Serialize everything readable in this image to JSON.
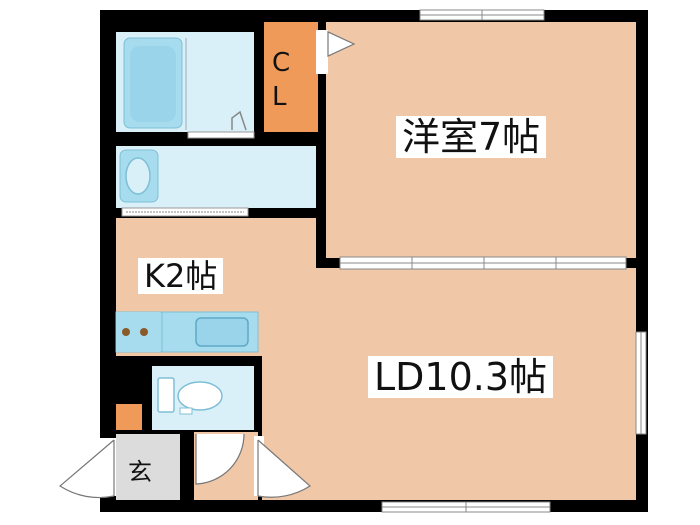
{
  "rooms": {
    "western_room": "洋室7帖",
    "kitchen": "K2帖",
    "living_dining": "LD10.3帖",
    "closet_c": "C",
    "closet_l": "L",
    "entrance": "玄"
  },
  "colors": {
    "floor": "#F0C8A8",
    "wet_area": "#DAF0F8",
    "fixture": "#A6DCEE",
    "closet": "#F09A5A",
    "entrance_floor": "#DCDCDC",
    "wall": "#000000"
  }
}
